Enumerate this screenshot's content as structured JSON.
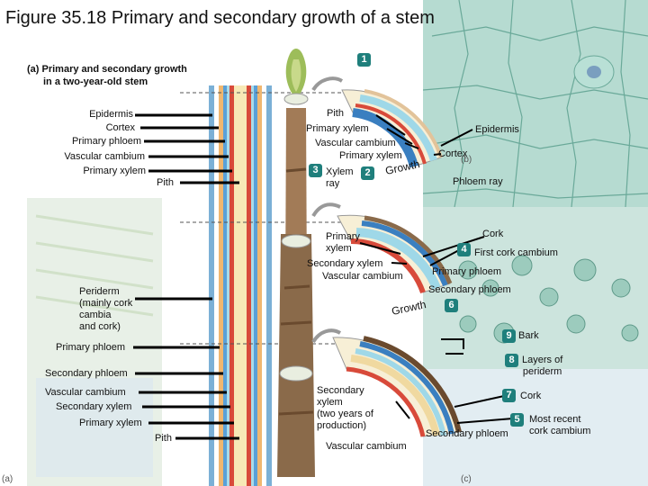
{
  "title": "Figure 35.18 Primary and secondary growth of a stem",
  "subtitle_line1": "(a) Primary and secondary growth",
  "subtitle_line2": "in a two-year-old stem",
  "left_labels": {
    "epidermis": "Epidermis",
    "cortex": "Cortex",
    "primary_phloem": "Primary phloem",
    "vascular_cambium": "Vascular cambium",
    "primary_xylem": "Primary xylem",
    "pith": "Pith",
    "periderm_1": "Periderm",
    "periderm_2": "(mainly cork",
    "periderm_3": "cambia",
    "periderm_4": "and cork)",
    "primary_phloem_2": "Primary phloem",
    "secondary_phloem": "Secondary phloem",
    "vascular_cambium_2": "Vascular cambium",
    "secondary_xylem": "Secondary xylem",
    "primary_xylem_2": "Primary xylem",
    "pith_2": "Pith"
  },
  "center_labels": {
    "pith": "Pith",
    "primary_xylem": "Primary xylem",
    "vascular_cambium": "Vascular cambium",
    "primary_xylem_b": "Primary xylem",
    "xylem_ray_1": "Xylem",
    "xylem_ray_2": "ray",
    "growth_1": "Growth",
    "primary_xylem_c1": "Primary",
    "primary_xylem_c2": "xylem",
    "secondary_xylem": "Secondary xylem",
    "vascular_cambium_c": "Vascular cambium",
    "growth_2": "Growth",
    "sec_xylem_2yr_1": "Secondary",
    "sec_xylem_2yr_2": "xylem",
    "sec_xylem_2yr_3": "(two years of",
    "sec_xylem_2yr_4": "production)",
    "vascular_cambium_d": "Vascular cambium"
  },
  "right_labels": {
    "epidermis": "Epidermis",
    "cortex": "Cortex",
    "phloem_ray": "Phloem ray",
    "cork": "Cork",
    "first_cork_cambium": "First cork cambium",
    "primary_phloem": "Primary phloem",
    "secondary_phloem": "Secondary phloem",
    "bark": "Bark",
    "layers_1": "Layers of",
    "layers_2": "periderm",
    "cork_2": "Cork",
    "secondary_phloem_2": "Secondary phloem",
    "most_recent_1": "Most recent",
    "most_recent_2": "cork cambium"
  },
  "step_numbers": [
    "1",
    "2",
    "3",
    "4",
    "5",
    "6",
    "7",
    "8",
    "9"
  ],
  "panel_letters": {
    "a": "(a)",
    "b": "(b)",
    "c": "(c)"
  },
  "colors": {
    "accent_teal": "#1f7f7c",
    "bark_brown": "#8a6a4a",
    "xylem_red": "#c84a3a",
    "phloem_blue": "#4a8fc8",
    "cambium_cyan": "#9fd8e8",
    "micrograph_green": "#8fc7b6"
  }
}
